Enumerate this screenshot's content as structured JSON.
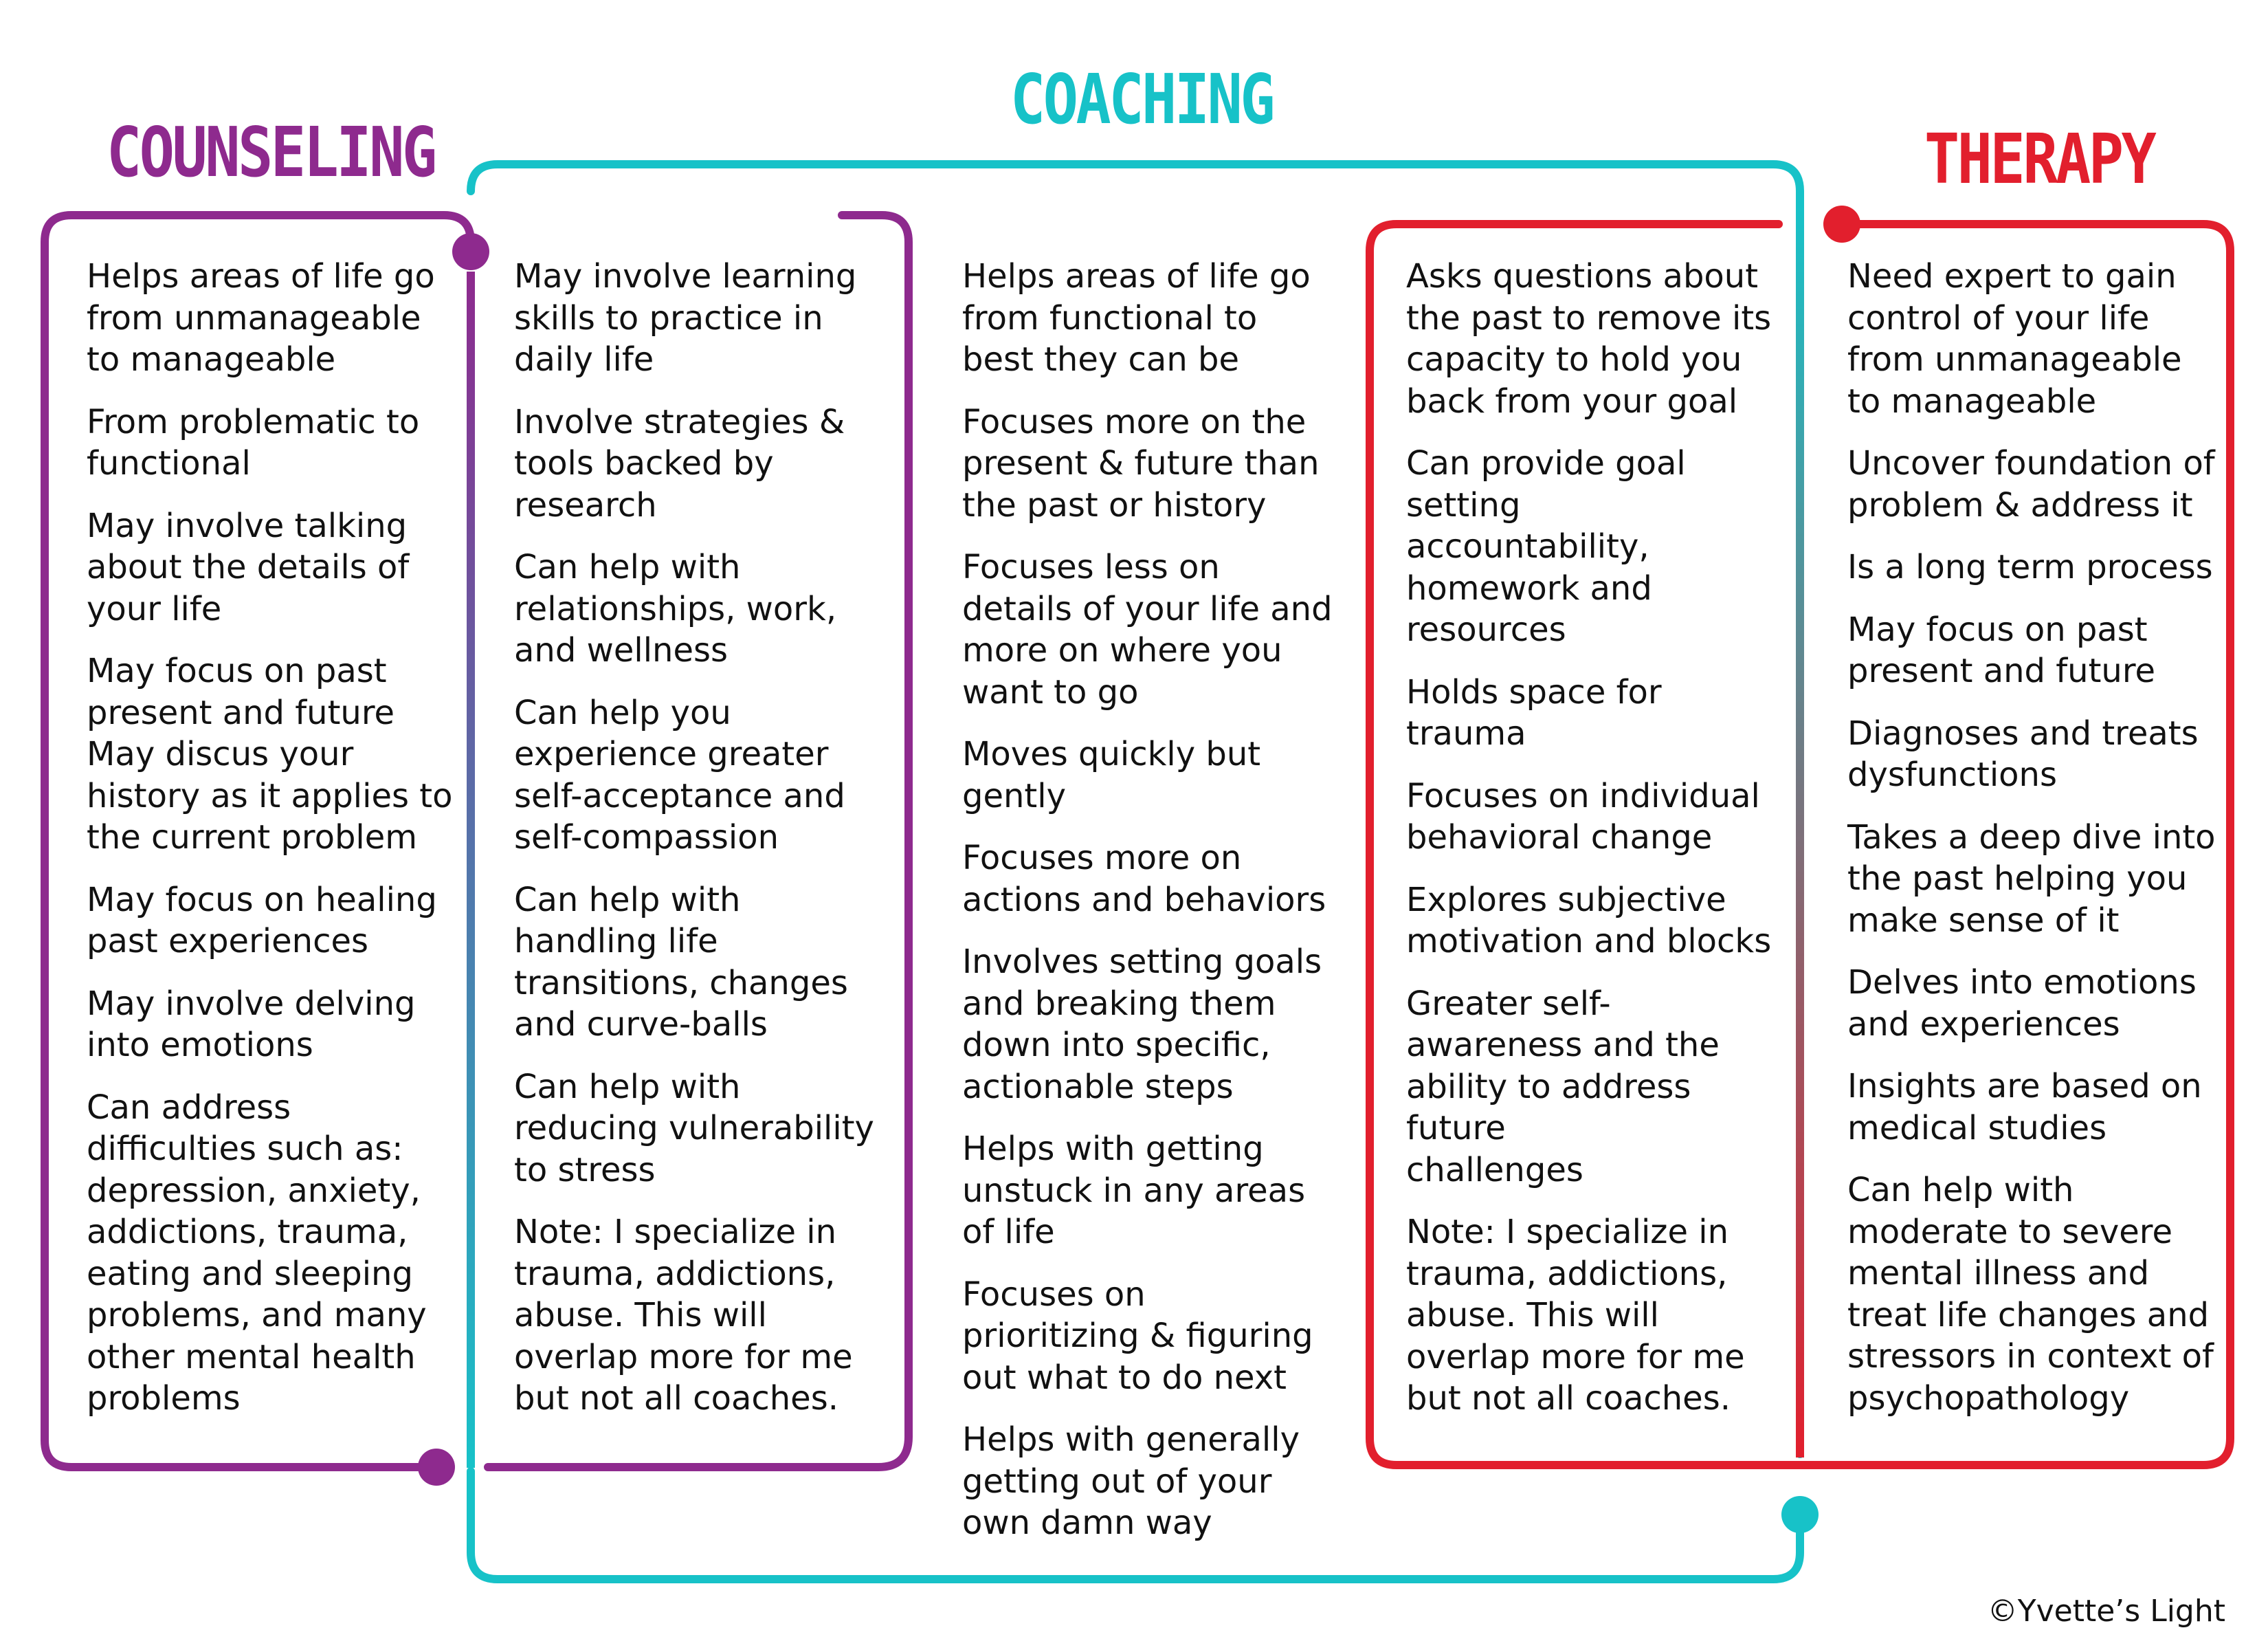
{
  "titles": {
    "counseling": "COUNSELING",
    "coaching": "COACHING",
    "therapy": "THERAPY"
  },
  "colors": {
    "counseling": "#8e2a8e",
    "coaching": "#17c2c8",
    "therapy": "#e21f2d",
    "text": "#111111"
  },
  "columns": [
    {
      "items": [
        "Helps areas of life go\nfrom unmanageable\nto manageable",
        "From problematic to\nfunctional",
        "May involve talking\nabout the details of\nyour life",
        "May focus on past\npresent and future",
        "May discus your\nhistory as it applies to\nthe current problem",
        "May focus on healing\npast experiences",
        "May involve delving\ninto emotions",
        "Can address\ndifficulties such as:\ndepression, anxiety,\naddictions, trauma,\neating and sleeping\nproblems, and many\nother mental health\nproblems"
      ]
    },
    {
      "items": [
        "May involve learning\nskills to practice in\ndaily life",
        "Involve strategies &\ntools backed by\nresearch",
        "Can help with\nrelationships, work,\nand wellness",
        "Can help you\nexperience greater\nself-acceptance and\nself-compassion",
        "Can help with\nhandling life\ntransitions, changes\nand curve-balls",
        "Can help with\nreducing vulnerability\nto stress",
        "Note: I specialize in\ntrauma, addictions,\nabuse. This will\noverlap more for me\nbut not all coaches."
      ]
    },
    {
      "items": [
        "Helps areas of life go\nfrom functional to\nbest they can be",
        "Focuses more on the\npresent & future than\nthe past or history",
        "Focuses less on\ndetails of your life and\nmore on where you\nwant to go",
        "Moves quickly but\ngently",
        "Focuses more on\nactions and behaviors",
        "Involves setting goals\nand breaking them\ndown into specific,\nactionable steps",
        "Helps with getting\nunstuck in any areas\nof life",
        "Focuses on\nprioritizing & figuring\nout what to do next",
        "Helps with generally\ngetting out of your\nown damn way"
      ]
    },
    {
      "items": [
        "Asks questions about\nthe past to remove its\ncapacity to hold you\nback from your goal",
        "Can provide goal\nsetting\naccountability,\nhomework and\nresources",
        "Holds space for\ntrauma",
        "Focuses on individual\nbehavioral change",
        "Explores subjective\nmotivation and blocks",
        "Greater self-\nawareness and the\nability to address\nfuture\nchallenges",
        "Note: I specialize in\ntrauma, addictions,\nabuse. This will\noverlap more for me\nbut not all coaches."
      ]
    },
    {
      "items": [
        "Need expert to gain\ncontrol of your life\nfrom unmanageable\nto manageable",
        "Uncover foundation of\nproblem & address it",
        "Is a long term process",
        "May focus on past\npresent and future",
        "Diagnoses and treats\ndysfunctions",
        "Takes a deep dive into\nthe past helping you\nmake sense of it",
        "Delves into emotions\nand experiences",
        "Insights are based on\nmedical studies",
        "Can help with\nmoderate to severe\nmental illness and\ntreat life changes and\nstressors in context of\npsychopathology"
      ]
    }
  ],
  "copyright": "©Yvette’s Light"
}
